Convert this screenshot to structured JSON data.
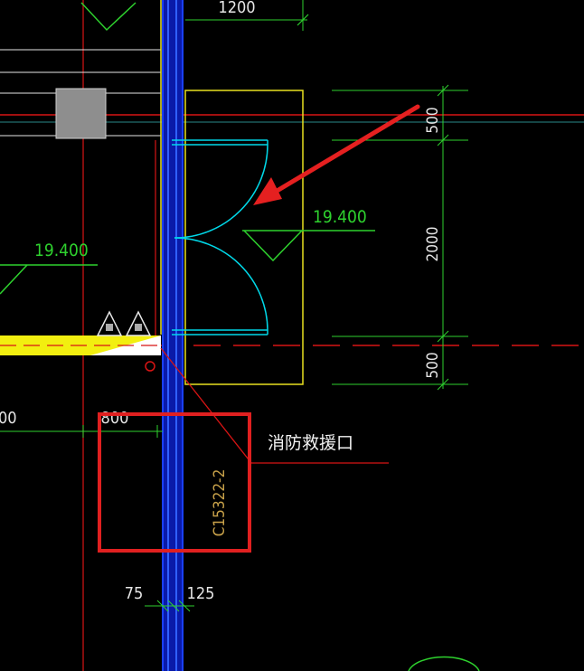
{
  "drawing": {
    "dimensions": {
      "top_span": "1200",
      "vert_upper": "500",
      "vert_mid": "2000",
      "vert_lower": "500",
      "left_cut": "00",
      "left_span": "800",
      "wall_left": "75",
      "wall_right": "125"
    },
    "elevations": {
      "right": "19.400",
      "left": "19.400"
    },
    "labels": {
      "rescue_opening": "消防救援口",
      "window_tag": "C15322-2"
    },
    "colors": {
      "background": "#000000",
      "wall_blue": "#1030ff",
      "axis_red": "#d81414",
      "annotation_red": "#e02020",
      "door_cyan": "#00d8e8",
      "frame_yellow": "#e8e020",
      "dim_green": "#2ed12e",
      "tag_gold": "#c9a24a"
    },
    "icons": [
      "elevation-triangle-icon",
      "arrow-icon"
    ]
  }
}
